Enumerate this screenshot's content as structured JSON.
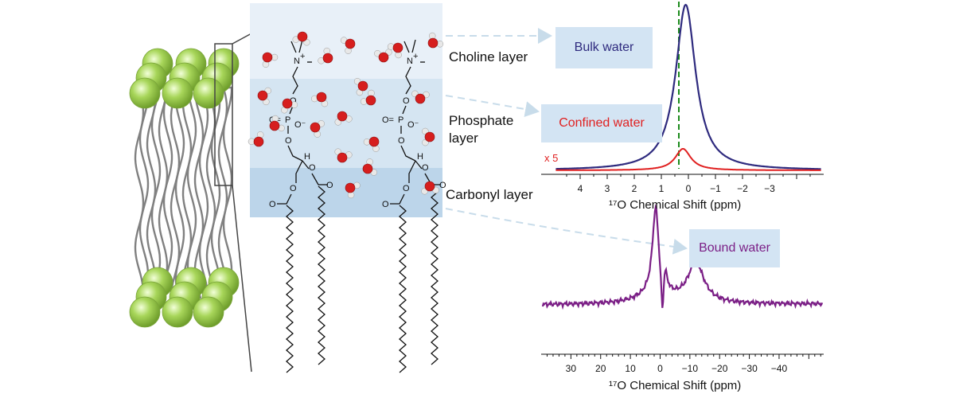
{
  "layers": {
    "choline": "Choline layer",
    "phosphate_line1": "Phosphate",
    "phosphate_line2": "layer",
    "carbonyl": "Carbonyl layer"
  },
  "boxes": {
    "bulk": "Bulk water",
    "confined": "Confined water",
    "bound": "Bound water"
  },
  "colors": {
    "bulk": "#2e2a7e",
    "confined": "#e02020",
    "bound": "#7b1f86",
    "box_bg": "#d3e4f3",
    "lipid_head": "#9ccc50",
    "tails": "#808080",
    "dashed_ref": "#1a8a1a"
  },
  "chart_data": [
    {
      "type": "line",
      "xlabel": "¹⁷O Chemical Shift (ppm)",
      "x_ticks": [
        "4",
        "3",
        "2",
        "1",
        "0",
        "−1",
        "−2",
        "−3"
      ],
      "xlim": [
        5,
        -5
      ],
      "reversed_x": true,
      "annotation": "x 5",
      "reference_line_ppm": 0,
      "series": [
        {
          "name": "Bulk water",
          "peak_ppm": 0.1,
          "width_ppm": 0.45,
          "peak_height": 1.0
        },
        {
          "name": "Confined water",
          "peak_ppm": 0.2,
          "width_ppm": 0.35,
          "peak_height": 0.13
        }
      ]
    },
    {
      "type": "line",
      "xlabel": "¹⁷O Chemical Shift (ppm)",
      "x_ticks": [
        "30",
        "20",
        "10",
        "0",
        "−10",
        "−20",
        "−30",
        "−40"
      ],
      "xlim": [
        40,
        -55
      ],
      "reversed_x": true,
      "series": [
        {
          "name": "Bound water",
          "peaks_ppm": [
            1.5,
            -0.5,
            -12
          ],
          "peak_signs": [
            "positive",
            "negative",
            "positive"
          ]
        }
      ]
    }
  ]
}
